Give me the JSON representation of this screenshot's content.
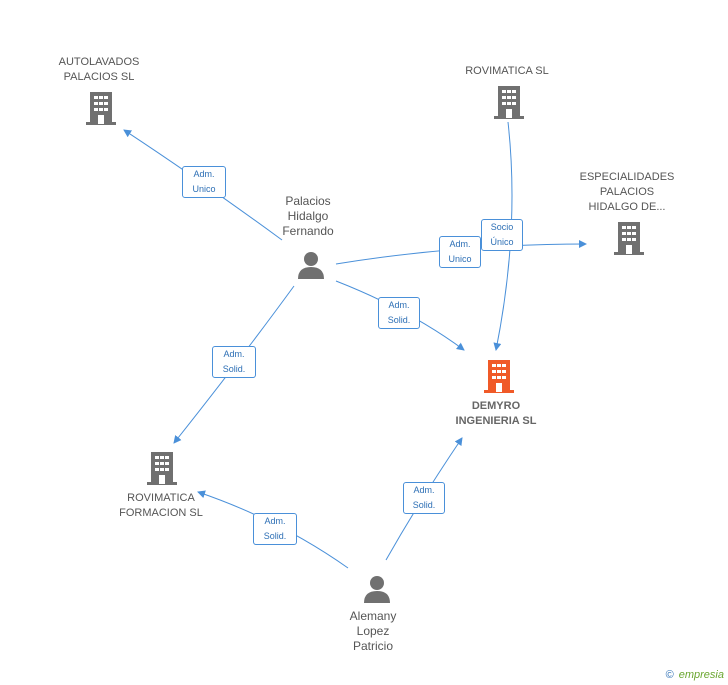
{
  "nodes": {
    "autolavados": {
      "label_lines": [
        "AUTOLAVADOS",
        "PALACIOS SL"
      ],
      "type": "company"
    },
    "rovimatica": {
      "label_lines": [
        "ROVIMATICA SL"
      ],
      "type": "company"
    },
    "especialidades": {
      "label_lines": [
        "ESPECIALIDADES",
        "PALACIOS",
        "HIDALGO DE..."
      ],
      "type": "company"
    },
    "demyro": {
      "label_lines": [
        "DEMYRO",
        "INGENIERIA SL"
      ],
      "type": "company-main"
    },
    "rovimatica_formacion": {
      "label_lines": [
        "ROVIMATICA",
        "FORMACION SL"
      ],
      "type": "company"
    },
    "palacios": {
      "label_lines": [
        "Palacios",
        "Hidalgo",
        "Fernando"
      ],
      "type": "person"
    },
    "alemany": {
      "label_lines": [
        "Alemany",
        "Lopez",
        "Patricio"
      ],
      "type": "person"
    }
  },
  "edges": [
    {
      "id": "e1",
      "lines": [
        "Adm.",
        "Unico"
      ]
    },
    {
      "id": "e2",
      "lines": [
        "Socio",
        "Único"
      ]
    },
    {
      "id": "e3",
      "lines": [
        "Adm.",
        "Unico"
      ]
    },
    {
      "id": "e4",
      "lines": [
        "Adm.",
        "Solid."
      ]
    },
    {
      "id": "e5",
      "lines": [
        "Adm.",
        "Solid."
      ]
    },
    {
      "id": "e6",
      "lines": [
        "Adm.",
        "Solid."
      ]
    },
    {
      "id": "e7",
      "lines": [
        "Adm.",
        "Solid."
      ]
    }
  ],
  "colors": {
    "edge": "#4a90d9",
    "company": "#707070",
    "main_company": "#f05a28",
    "person": "#707070"
  },
  "footer": {
    "copyright": "©",
    "brand": "empresia"
  }
}
